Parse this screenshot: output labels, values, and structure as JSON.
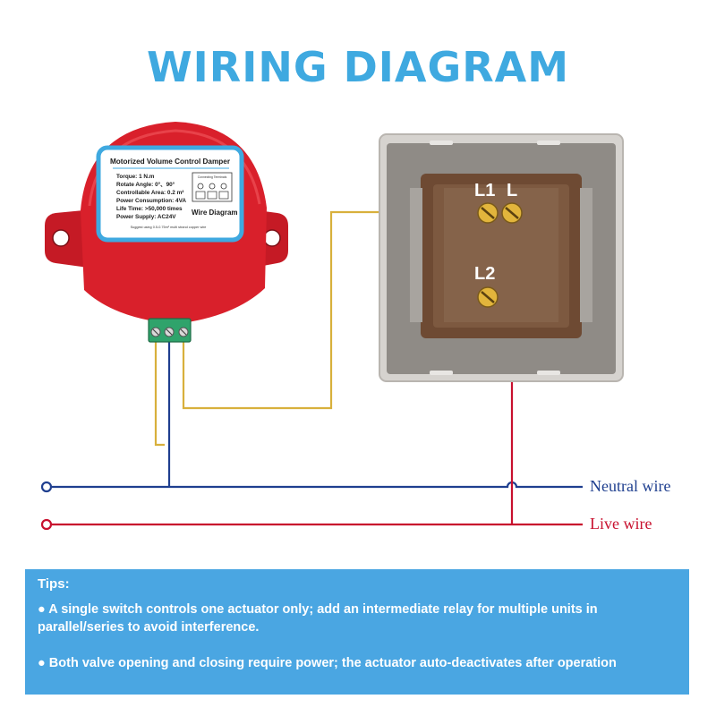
{
  "title": "WIRING DIAGRAM",
  "actuator": {
    "label_title": "Motorized Volume Control Damper",
    "specs": [
      "Torque: 1 N.m",
      "Rotate Angle: 0°、90°",
      "Controllable Area: 0.2 m²",
      "Power Consumption: 4VA",
      "Life Time: >50,000 times",
      "Power Supply: AC24V"
    ],
    "connecting_terminals": "Connecting Terminals",
    "wire_diagram": "Wire Diagram",
    "suggest_note": "Suggest using 0.5-0.75m² multi strand copper wire"
  },
  "switch": {
    "terminal_l1": "L1",
    "terminal_l": "L",
    "terminal_l2": "L2"
  },
  "wires": {
    "neutral": "Neutral wire",
    "live": "Live wire"
  },
  "colors": {
    "title": "#3fa9e0",
    "neutral": "#1f3f8f",
    "live": "#c8102e",
    "signal": "#d8b03c",
    "tips_bg": "#4aa6e2",
    "actuator_body": "#d9202b",
    "terminal_block": "#2fa36b"
  },
  "tips": {
    "heading": "Tips:",
    "items": [
      "●  A single switch controls one actuator only; add an intermediate relay for multiple units in parallel/series to avoid interference.",
      "●  Both valve opening and closing require power; the actuator auto-deactivates after operation"
    ]
  }
}
